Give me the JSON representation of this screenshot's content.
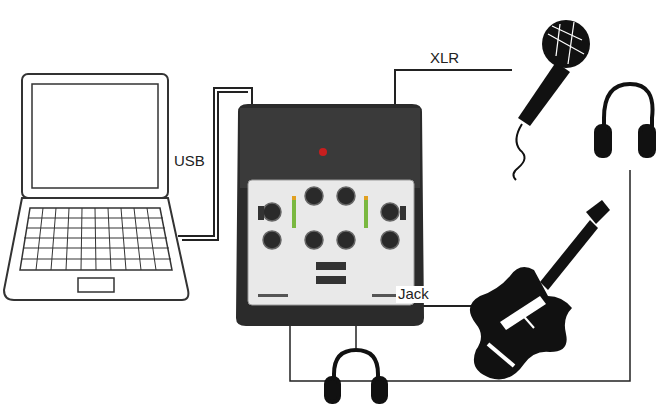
{
  "diagram": {
    "labels": [
      "USB",
      "XLR",
      "Jack"
    ]
  }
}
